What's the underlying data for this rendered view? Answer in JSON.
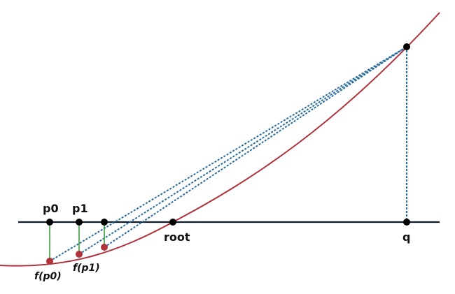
{
  "diagram": {
    "labels": {
      "p0": "p0",
      "p1": "p1",
      "root": "root",
      "q": "q",
      "f_p0": "f(p0)",
      "f_p1": "f(p1)"
    },
    "colors": {
      "background": "#ffffff",
      "axis": "#0d1b2a",
      "curve": "#b2303a",
      "point_on_axis": "#000000",
      "point_on_curve": "#b2303a",
      "vertical_segment": "#3a9d3a",
      "secant": "#2a6e9e",
      "text": "#111111"
    }
  }
}
